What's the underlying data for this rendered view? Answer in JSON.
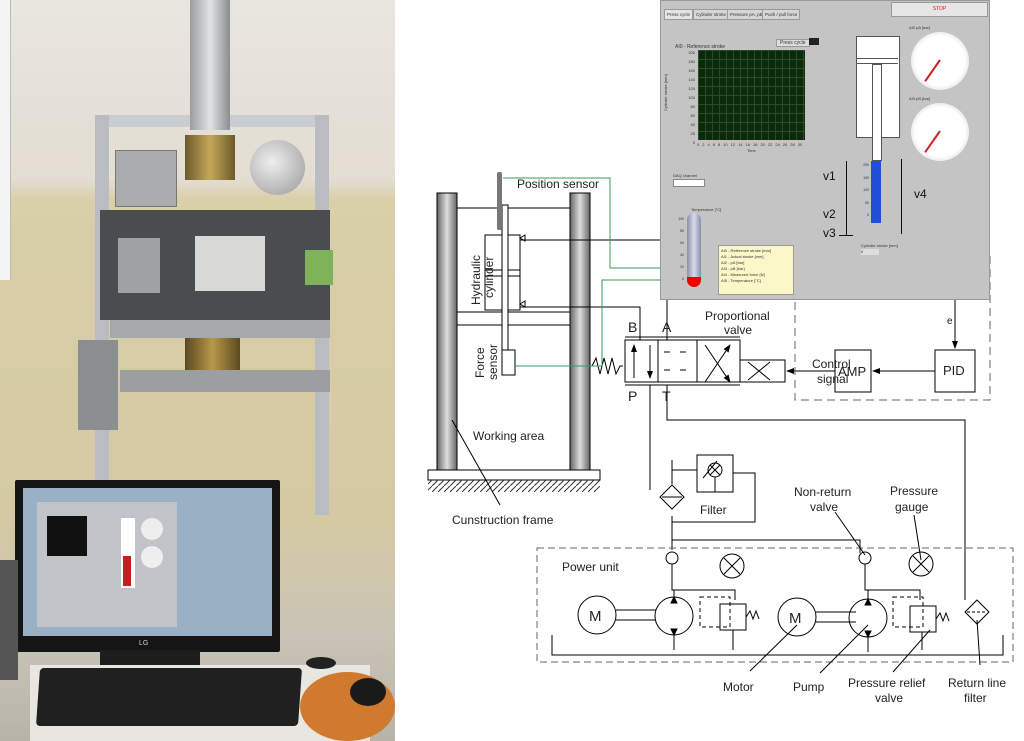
{
  "photo": {
    "monitor_brand": "LG"
  },
  "panel": {
    "tabs": [
      "Press cycle",
      "Cylinder stroke",
      "Pressure pA, pB",
      "Push / pull force"
    ],
    "stop_label": "STOP",
    "chart_title": "AI0 - Reference stroke",
    "chart_button": "Press cycle",
    "y_label": "Cylinder stroke [mm]",
    "x_label": "Time",
    "y_ticks": [
      "200",
      "180",
      "160",
      "140",
      "120",
      "100",
      "80",
      "60",
      "40",
      "20",
      "0"
    ],
    "x_ticks": [
      "0",
      "2",
      "4",
      "6",
      "8",
      "10",
      "12",
      "14",
      "16",
      "18",
      "20",
      "22",
      "24",
      "26",
      "28",
      "30"
    ],
    "gauge1_label": "AI2 pA [bar]",
    "gauge2_label": "AI3 pB [bar]",
    "daq_label": "DAQ channel",
    "temp_label": "Temperature [°C]",
    "temp_ticks": [
      "100",
      "80",
      "60",
      "40",
      "20",
      "0"
    ],
    "legend": [
      "AI0 - Reference stroke [mm]",
      "AI1 - Actual stroke [mm]",
      "AI2 - pA [bar]",
      "AI3 - pB [bar]",
      "AI4 - Measured force [N]",
      "AI5 - Temperature [°C]"
    ],
    "stroke_ticks": [
      "200",
      "150",
      "100",
      "50",
      "0"
    ],
    "stroke_label": "Cylinder stroke [mm]",
    "stroke_value": "0",
    "v1": "v1",
    "v2": "v2",
    "v3": "v3",
    "v4": "v4"
  },
  "diagram": {
    "position_sensor": "Position sensor",
    "hydraulic_cylinder": [
      "Hydraulic",
      "cylinder"
    ],
    "force_sensor": [
      "Force",
      "sensor"
    ],
    "working_area": "Working area",
    "construction_frame": "Cunstruction frame",
    "proportional_valve": [
      "Proportional",
      "valve"
    ],
    "ports": {
      "b": "B",
      "a": "A",
      "p": "P",
      "t": "T"
    },
    "control_signal": [
      "Control",
      "signal"
    ],
    "amp": "AMP",
    "pid": "PID",
    "e": "e",
    "filter": "Filter",
    "non_return_valve": [
      "Non-return",
      "valve"
    ],
    "pressure_gauge": [
      "Pressure",
      "gauge"
    ],
    "power_unit": "Power unit",
    "motor_symbol": "M",
    "motor": "Motor",
    "pump": "Pump",
    "pressure_relief_valve": [
      "Pressure relief",
      "valve"
    ],
    "return_line_filter": [
      "Return line",
      "filter"
    ]
  },
  "colors": {
    "signal_line": "#3a9a5a",
    "plot_bg": "#0a2a0a",
    "stroke_bar": "#1f4fd8",
    "stop_text": "#d02020"
  }
}
